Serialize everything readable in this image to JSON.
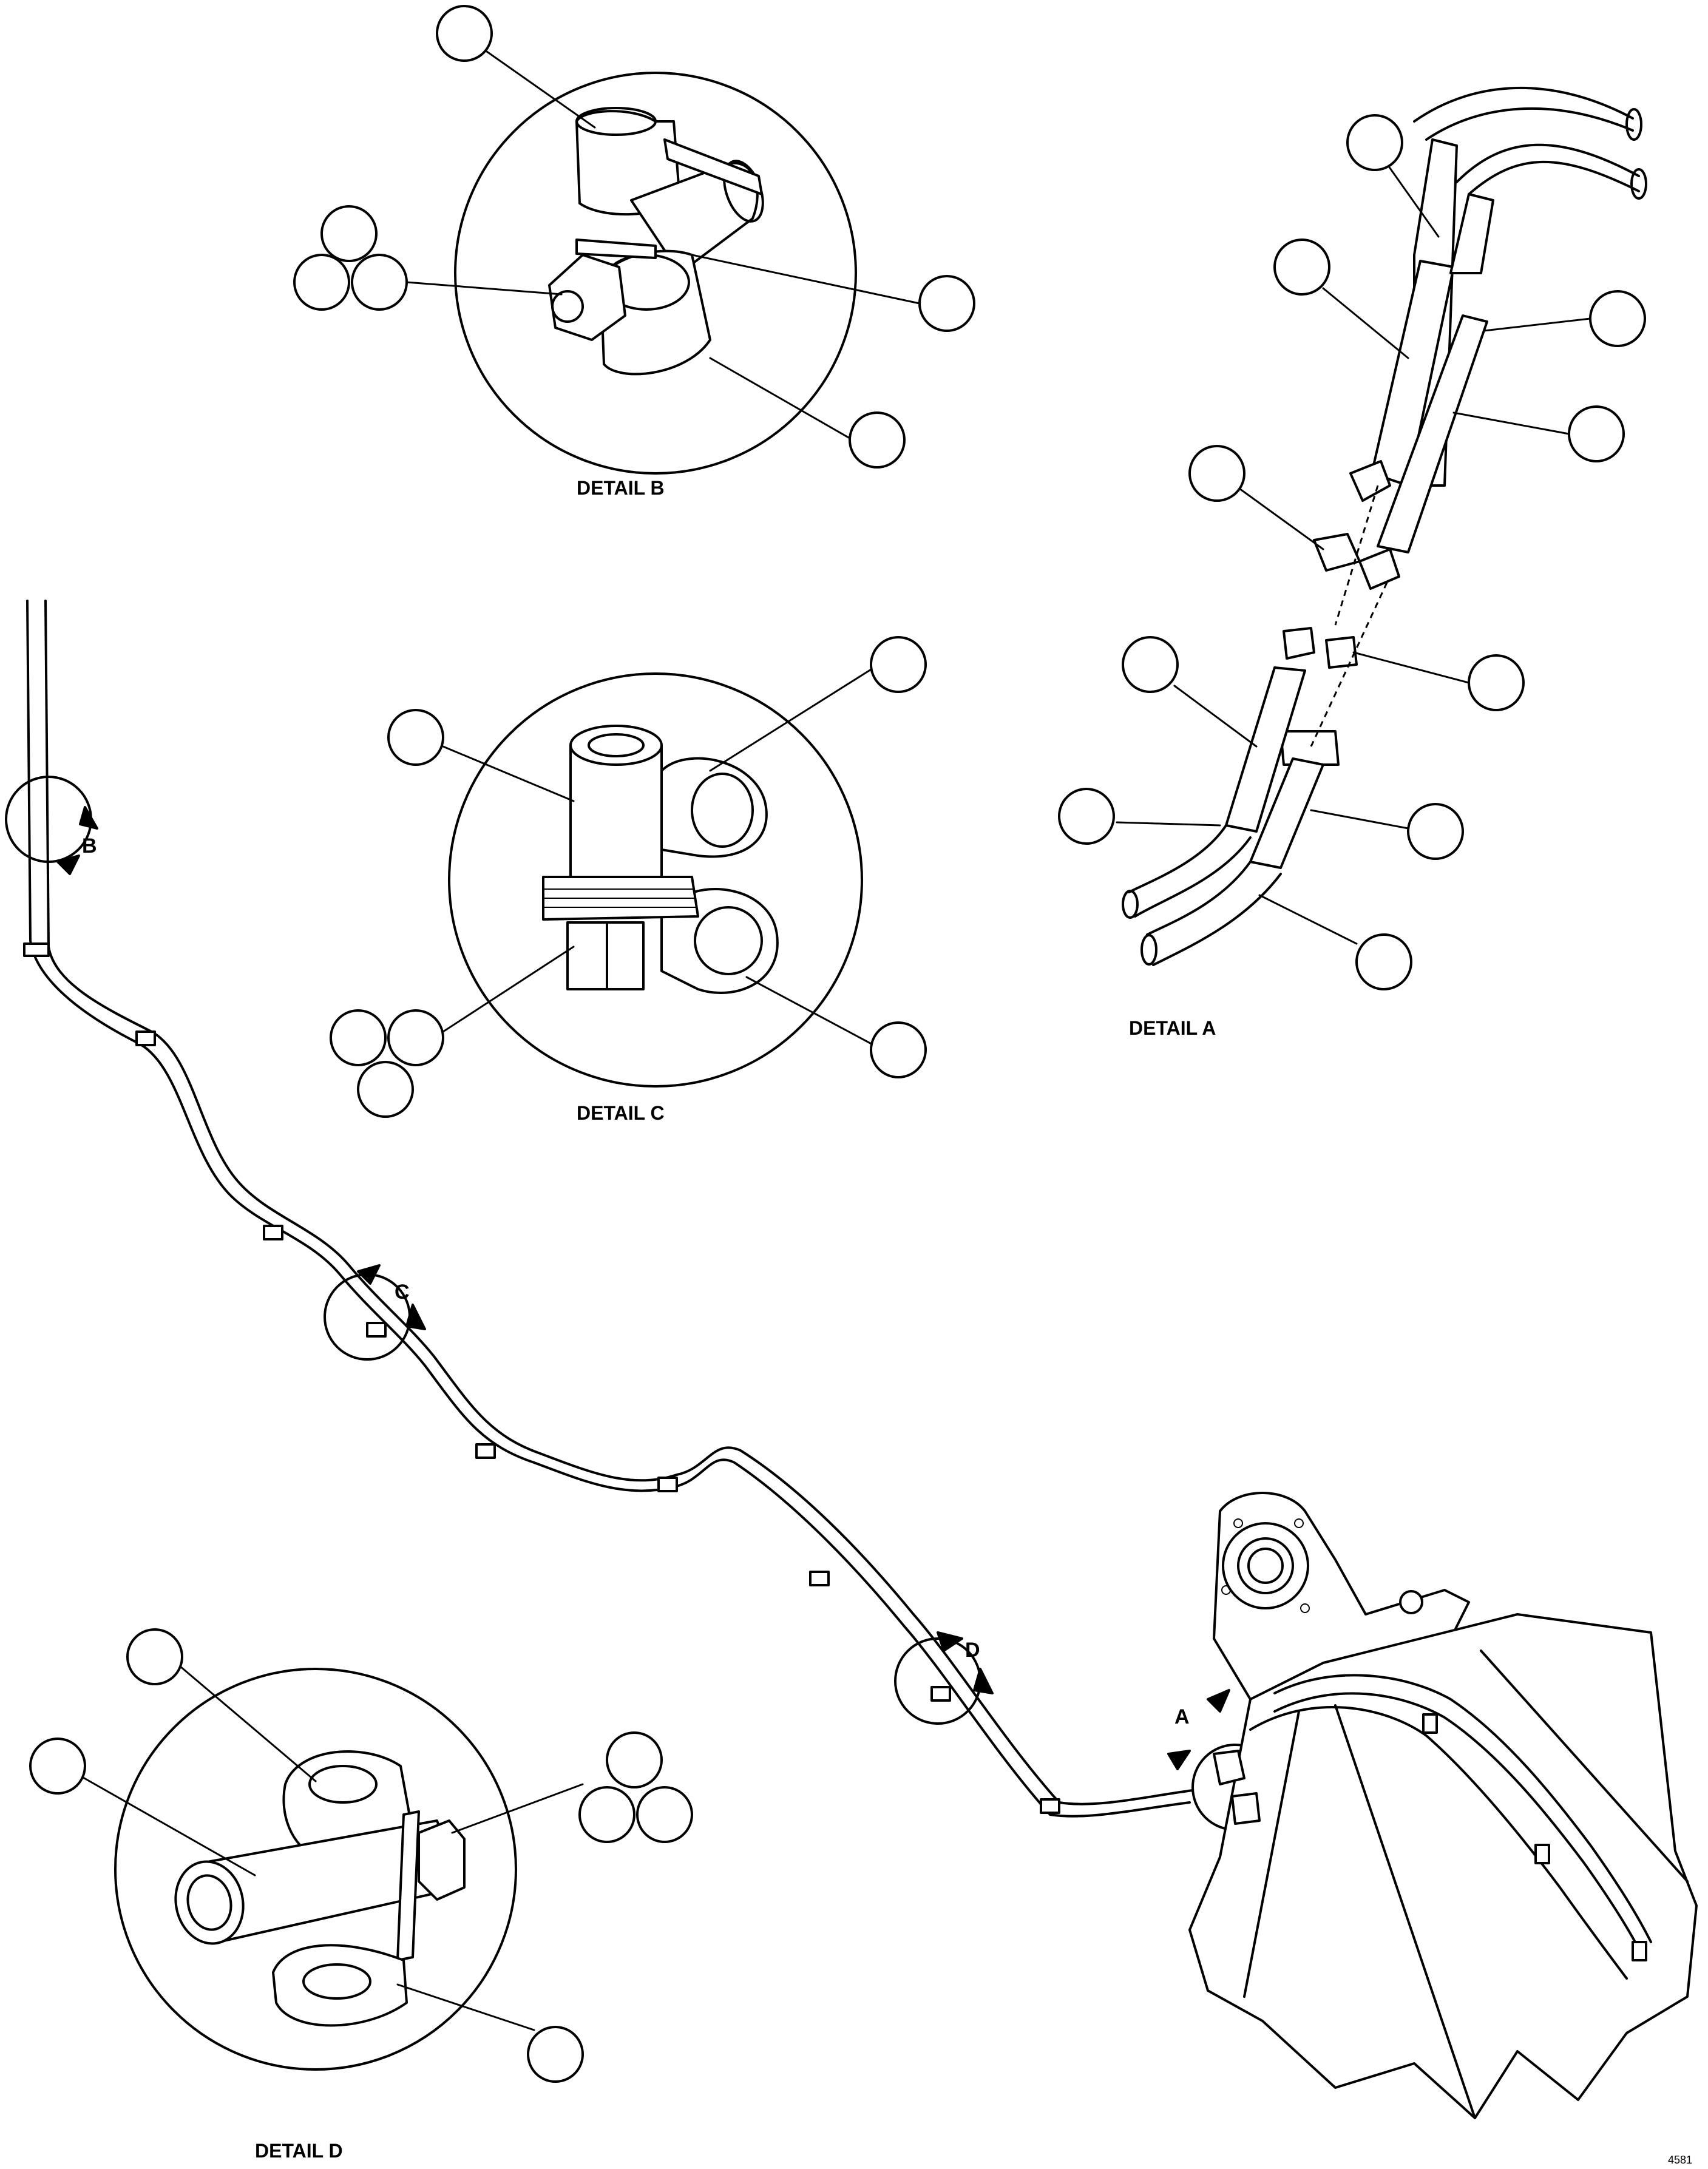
{
  "details": {
    "a": "DETAIL A",
    "b": "DETAIL B",
    "c": "DETAIL C",
    "d": "DETAIL D"
  },
  "view_markers": {
    "a": "A",
    "b": "B",
    "c": "C",
    "d": "D"
  },
  "drawing_code": "4581",
  "colors": {
    "line": "#000000",
    "background": "#ffffff"
  }
}
